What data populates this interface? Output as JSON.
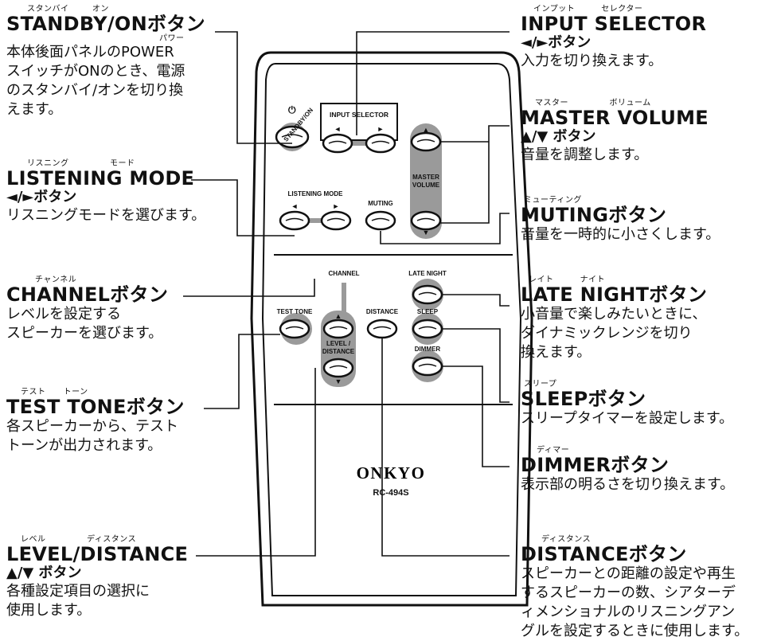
{
  "remote": {
    "brand": "ONKYO",
    "model": "RC-494S",
    "labels": {
      "standby": "STANDBY/ON",
      "input_selector": "INPUT SELECTOR",
      "listening_mode": "LISTENING MODE",
      "muting": "MUTING",
      "master_volume_1": "MASTER",
      "master_volume_2": "VOLUME",
      "channel": "CHANNEL",
      "late_night": "LATE NIGHT",
      "test_tone": "TEST TONE",
      "distance": "DISTANCE",
      "sleep": "SLEEP",
      "level_distance_1": "LEVEL /",
      "level_distance_2": "DISTANCE",
      "dimmer": "DIMMER"
    },
    "arrows": {
      "left": "◄",
      "right": "►",
      "up": "▲",
      "down": "▼"
    },
    "power_symbol": "⏻"
  },
  "left": [
    {
      "ruby": "スタンバイ        オン",
      "title": "STANDBY/ONボタン",
      "ruby2": "パワー",
      "desc": [
        "本体後面パネルのPOWER",
        "スイッチがONのとき、電源",
        "のスタンバイ/オンを切り換",
        "えます。"
      ]
    },
    {
      "ruby": "リスニング              モード",
      "title": "LISTENING MODE",
      "sub": "◄/►ボタン",
      "desc": [
        "リスニングモードを選びます。"
      ]
    },
    {
      "ruby": "チャンネル",
      "title": "CHANNELボタン",
      "desc": [
        "レベルを設定する",
        "スピーカーを選びます。"
      ]
    },
    {
      "ruby": "テスト      トーン",
      "title": "TEST TONEボタン",
      "desc": [
        "各スピーカーから、テスト",
        "トーンが出力されます。"
      ]
    },
    {
      "ruby": "レベル              ディスタンス",
      "title": "LEVEL/DISTANCE",
      "sub": "▲/▼ ボタン",
      "desc": [
        "各種設定項目の選択に",
        "使用します。"
      ]
    }
  ],
  "right": [
    {
      "ruby": "インプット         セレクター",
      "title": "INPUT SELECTOR",
      "sub": "◄/►ボタン",
      "desc": [
        "入力を切り換えます。"
      ]
    },
    {
      "ruby": "マスター              ボリューム",
      "title": "MASTER VOLUME",
      "sub": "▲/▼ ボタン",
      "desc": [
        "音量を調整します。"
      ]
    },
    {
      "ruby": "ミューティング",
      "title": "MUTINGボタン",
      "desc": [
        "音量を一時的に小さくします。"
      ]
    },
    {
      "ruby": "レイト         ナイト",
      "title": "LATE NIGHTボタン",
      "desc": [
        "小音量で楽しみたいときに、",
        "ダイナミックレンジを切り",
        "換えます。"
      ]
    },
    {
      "ruby": "スリープ",
      "title": "SLEEPボタン",
      "desc": [
        "スリープタイマーを設定します。"
      ]
    },
    {
      "ruby": "ディマー",
      "title": "DIMMERボタン",
      "desc": [
        "表示部の明るさを切り換えます。"
      ]
    },
    {
      "ruby": "ディスタンス",
      "title": "DISTANCEボタン",
      "desc": [
        "スピーカーとの距離の設定や再生",
        "するスピーカーの数、シアターデ",
        "ィメンショナルのリスニングアン",
        "グルを設定するときに使用します。"
      ]
    }
  ]
}
